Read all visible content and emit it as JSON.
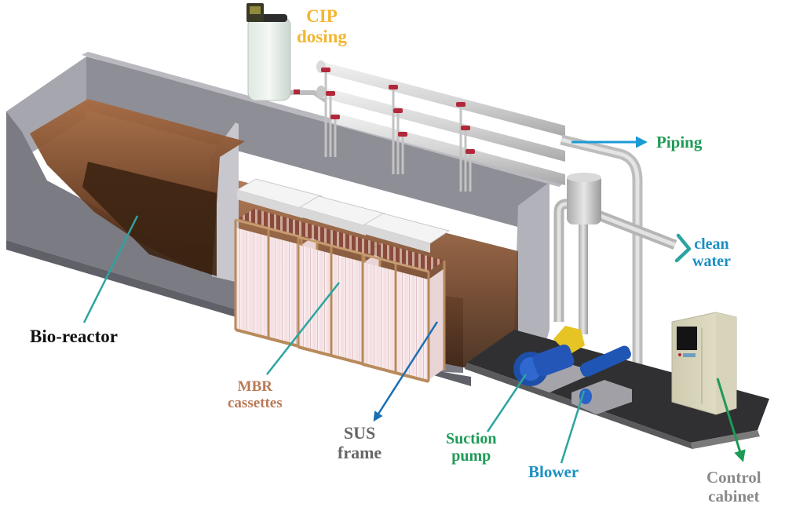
{
  "title": "MBR system schematic",
  "components": {
    "cip_dosing": {
      "lines": [
        "CIP",
        "dosing"
      ],
      "color": "#f2b732"
    },
    "piping": {
      "lines": [
        "Piping"
      ],
      "color": "#1e9a57"
    },
    "clean_water": {
      "lines": [
        "clean",
        "water"
      ],
      "color": "#1b8fc4"
    },
    "bio_reactor": {
      "lines": [
        "Bio-reactor"
      ],
      "color": "#111111"
    },
    "mbr_cassettes": {
      "lines": [
        "MBR",
        "cassettes"
      ],
      "color": "#b97a56"
    },
    "sus_frame": {
      "lines": [
        "SUS",
        "frame"
      ],
      "color": "#666666"
    },
    "suction_pump": {
      "lines": [
        "Suction",
        "pump"
      ],
      "color": "#1e9a57"
    },
    "blower": {
      "lines": [
        "Blower"
      ],
      "color": "#1b8fc4"
    },
    "control_cabinet": {
      "lines": [
        "Control",
        "cabinet"
      ],
      "color": "#8a8a8a"
    }
  },
  "arrow_colors": {
    "teal": "#2aa5a0",
    "blue": "#1a6fb3",
    "cyan": "#1b9ad6",
    "green": "#1e9a57"
  }
}
